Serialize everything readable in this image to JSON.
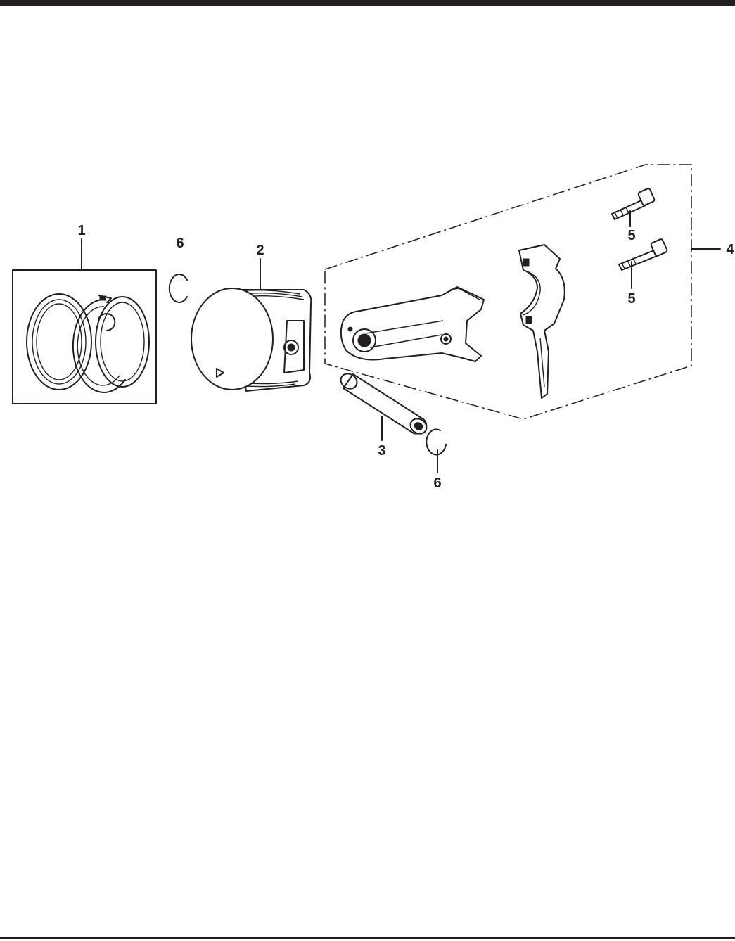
{
  "diagram": {
    "callouts": {
      "piston_ring_set": "1",
      "piston": "2",
      "piston_pin": "3",
      "connecting_rod_assembly": "4",
      "rod_bolt_upper": "5",
      "rod_bolt_lower": "5",
      "pin_clip_left": "6",
      "pin_clip_right": "6"
    }
  }
}
